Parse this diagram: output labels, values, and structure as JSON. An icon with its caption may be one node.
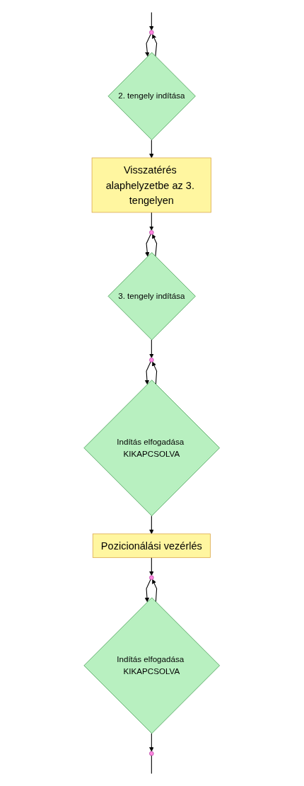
{
  "diagram": {
    "nodes": [
      {
        "text": [],
        "shape": "circle"
      },
      {
        "text": [
          "2. tengely indítása"
        ]
      },
      {
        "text": [
          "Visszatérés alaphelyzetbe az 3. tengelyen"
        ]
      },
      {
        "text": [],
        "shape": "circle"
      },
      {
        "text": [
          "3. tengely indítása"
        ]
      },
      {
        "text": [],
        "shape": "circle"
      },
      {
        "text": [
          "Indítás elfogadása KIKAPCSOLVA"
        ]
      },
      {
        "text": [
          "Pozicionálási vezérlés"
        ]
      },
      {
        "text": [],
        "shape": "circle"
      },
      {
        "text": [
          "Indítás elfogadása KIKAPCSOLVA"
        ]
      },
      {
        "text": [],
        "shape": "circle"
      }
    ],
    "edges": [
      {
        "from": null,
        "to": 0,
        "arrow": "to"
      },
      {
        "from": 0,
        "to": 1,
        "arrow": "to"
      },
      {
        "from": 1,
        "to": 0,
        "arrow": "to"
      },
      {
        "from": 1,
        "to": 2,
        "arrow": "to"
      },
      {
        "from": 2,
        "to": 3,
        "arrow": "to"
      },
      {
        "from": 3,
        "to": 4,
        "arrow": "to"
      },
      {
        "from": 4,
        "to": 3,
        "arrow": "to"
      },
      {
        "from": 4,
        "to": 5,
        "arrow": "to"
      },
      {
        "from": 5,
        "to": 6,
        "arrow": "to"
      },
      {
        "from": 6,
        "to": 5,
        "arrow": "to"
      },
      {
        "from": 6,
        "to": 7,
        "arrow": "to"
      },
      {
        "from": 7,
        "to": 8,
        "arrow": "to"
      },
      {
        "from": 8,
        "to": 9,
        "arrow": "to"
      },
      {
        "from": 9,
        "to": 8,
        "arrow": "to"
      },
      {
        "from": 9,
        "to": 10,
        "arrow": "to"
      },
      {
        "from": 10,
        "to": null,
        "arrow": "none"
      }
    ]
  }
}
